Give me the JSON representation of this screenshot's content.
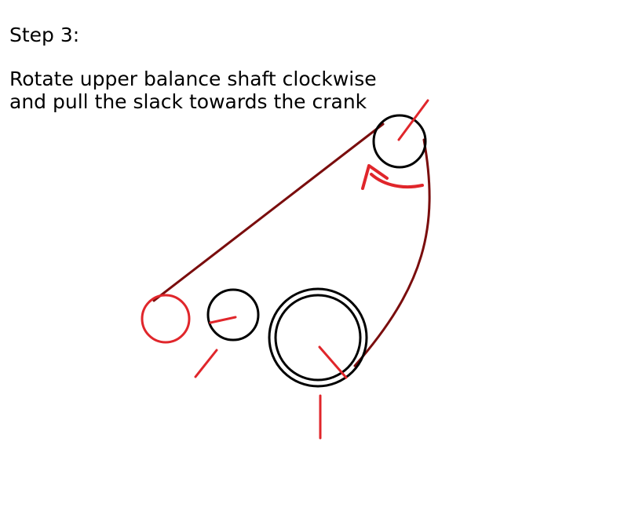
{
  "step": {
    "title": "Step 3:"
  },
  "instruction": {
    "line1": "Rotate upper balance shaft clockwise",
    "line2": "and pull the slack towards the crank"
  },
  "colors": {
    "belt": "#7a0d0d",
    "marks": "#e0262b",
    "outline": "#000000",
    "background": "#ffffff"
  }
}
